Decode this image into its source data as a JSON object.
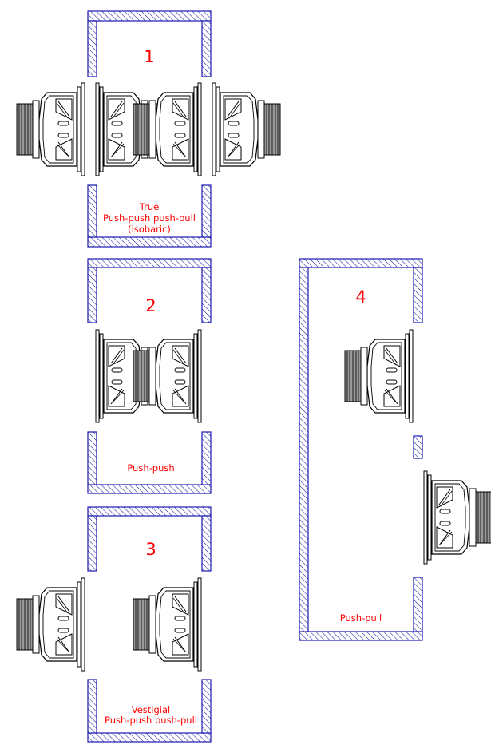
{
  "panels": [
    {
      "number": "1",
      "caption": [
        "True",
        "Push-push push-pull",
        "(isobaric)"
      ]
    },
    {
      "number": "2",
      "caption": [
        "Push-push"
      ]
    },
    {
      "number": "3",
      "caption": [
        "Vestigial",
        "Push-push push-pull"
      ]
    },
    {
      "number": "4",
      "caption": [
        "Push-pull"
      ]
    }
  ],
  "colors": {
    "wall": "#1a1ab0",
    "label": "#ff0000",
    "magnet": "#9a9a9a",
    "outline": "#000000"
  }
}
